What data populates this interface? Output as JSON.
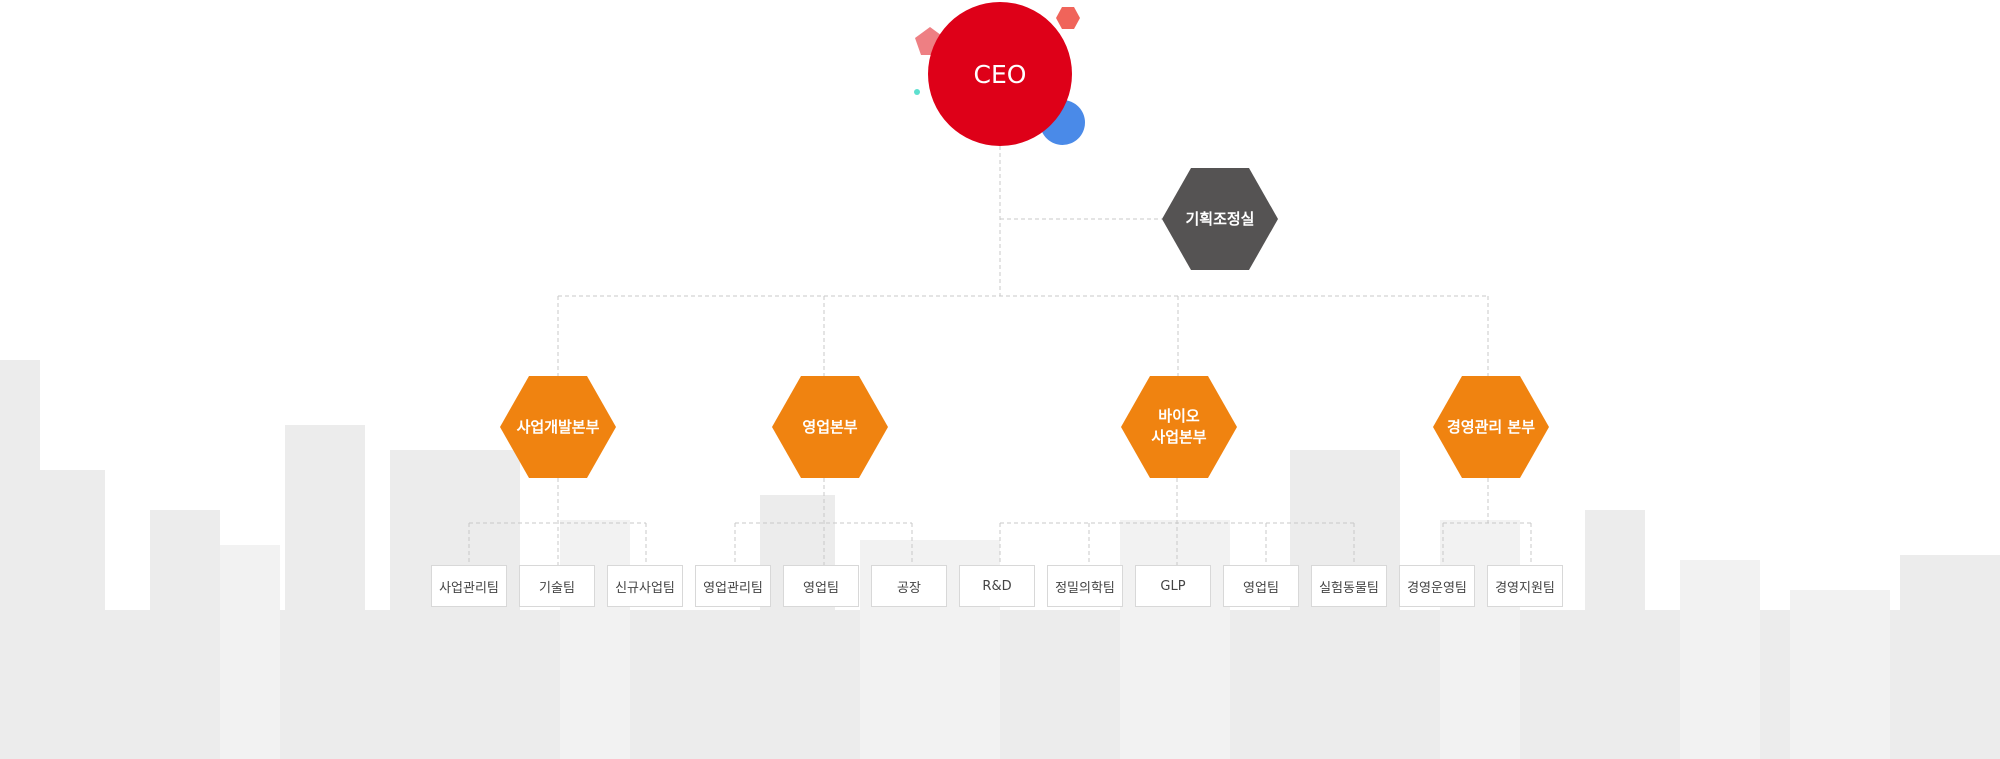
{
  "ceo": {
    "label": "CEO"
  },
  "staff": {
    "label": "기획조정실"
  },
  "divisions": [
    {
      "label": "사업개발본부"
    },
    {
      "label": "영업본부"
    },
    {
      "label": "바이오\n사업본부"
    },
    {
      "label": "경영관리 본부"
    }
  ],
  "teams": [
    {
      "label": "사업관리팀"
    },
    {
      "label": "기술팀"
    },
    {
      "label": "신규사업팀"
    },
    {
      "label": "영업관리팀"
    },
    {
      "label": "영업팀"
    },
    {
      "label": "공장"
    },
    {
      "label": "R&D"
    },
    {
      "label": "정밀의학팀"
    },
    {
      "label": "GLP"
    },
    {
      "label": "영업팀"
    },
    {
      "label": "실험동물팀"
    },
    {
      "label": "경영운영팀"
    },
    {
      "label": "경영지원팀"
    }
  ],
  "colors": {
    "ceo": "#de0018",
    "staff": "#555353",
    "division": "#f08310",
    "connector": "#c8c8c8",
    "deco_pink": "#ee7f83",
    "deco_coral": "#f0645a",
    "deco_blue": "#4a8ae8",
    "deco_teal": "#5de0cf"
  }
}
